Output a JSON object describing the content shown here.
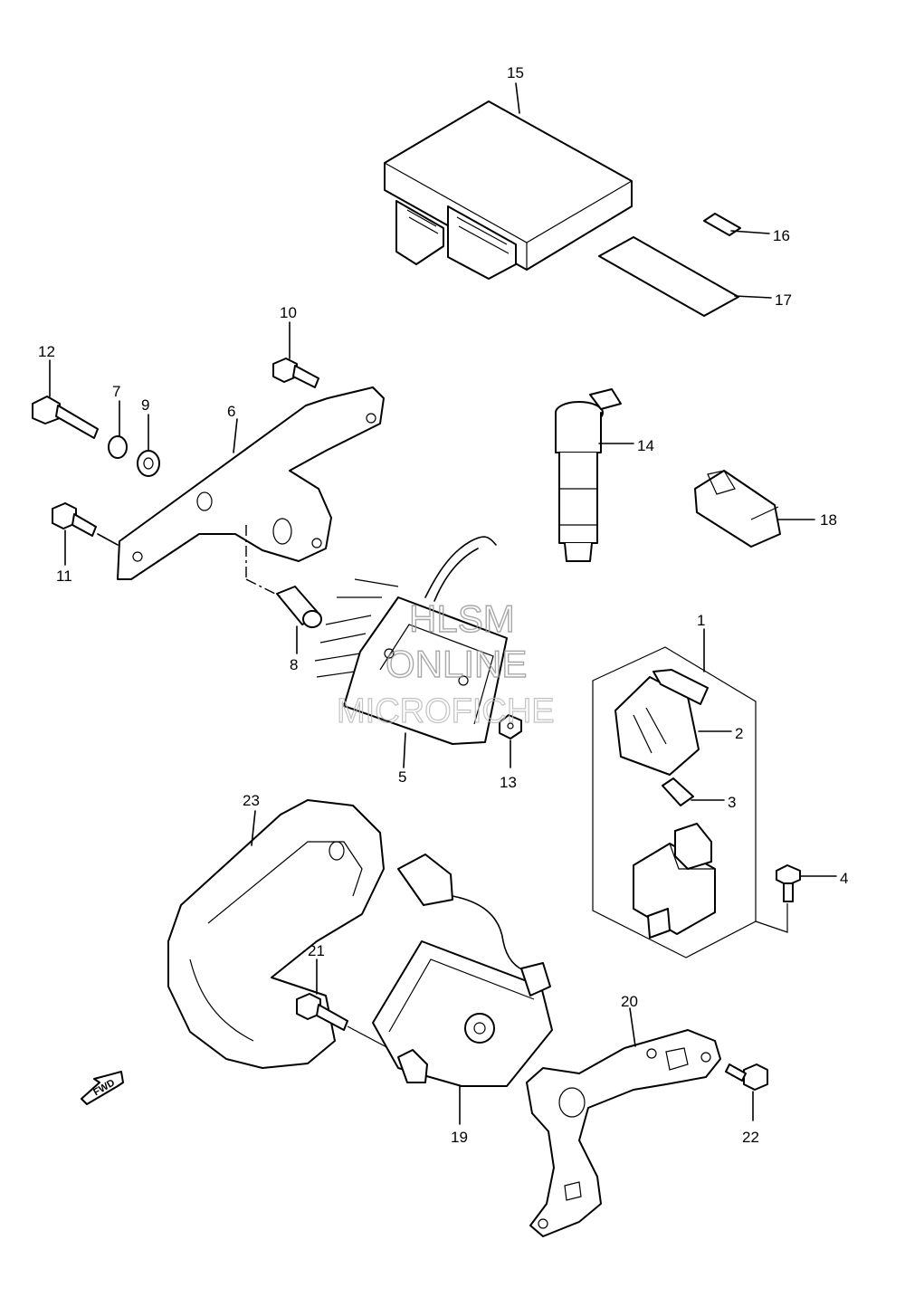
{
  "callouts": {
    "p1": "1",
    "p2": "2",
    "p3": "3",
    "p4": "4",
    "p5": "5",
    "p6": "6",
    "p7": "7",
    "p8": "8",
    "p9": "9",
    "p10": "10",
    "p11": "11",
    "p12": "12",
    "p13": "13",
    "p14": "14",
    "p15": "15",
    "p16": "16",
    "p17": "17",
    "p18": "18",
    "p19": "19",
    "p20": "20",
    "p21": "21",
    "p22": "22",
    "p23": "23"
  },
  "watermark": {
    "line1": "HLSM",
    "line2": "ONLINE",
    "line3": "MICROFICHE"
  },
  "fwd_label": "FWD"
}
